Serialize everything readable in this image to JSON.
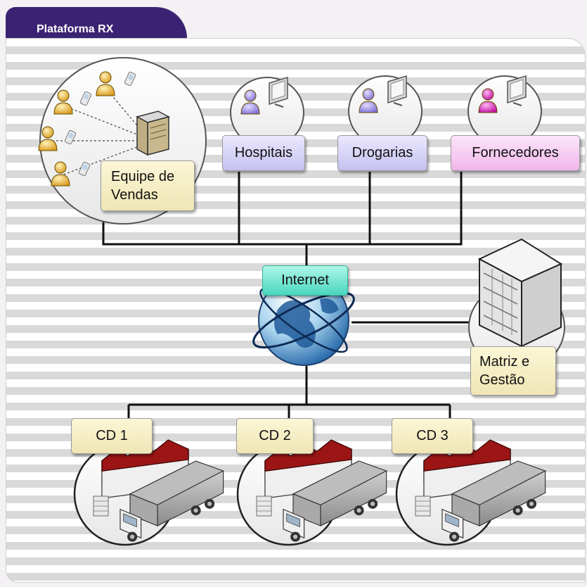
{
  "header": {
    "title": "Plataforma RX"
  },
  "nodes": {
    "sales_team": "Equipe de Vendas",
    "hospitals": "Hospitais",
    "pharmacies": "Drogarias",
    "suppliers": "Fornecedores",
    "internet": "Internet",
    "headquarters": "Matriz e Gestão",
    "cd1": "CD 1",
    "cd2": "CD 2",
    "cd3": "CD 3"
  },
  "colors": {
    "header_bg": "#3b2373",
    "person_gold": "#f0b63a",
    "person_lavender": "#9f94ea",
    "person_magenta": "#e31ad0",
    "warehouse_roof": "#8e1313",
    "internet_label": "#3fd8bd"
  },
  "icons": [
    "person-icon",
    "pda-icon",
    "server-icon",
    "monitor-icon",
    "globe-icon",
    "building-icon",
    "warehouse-icon",
    "truck-icon"
  ]
}
